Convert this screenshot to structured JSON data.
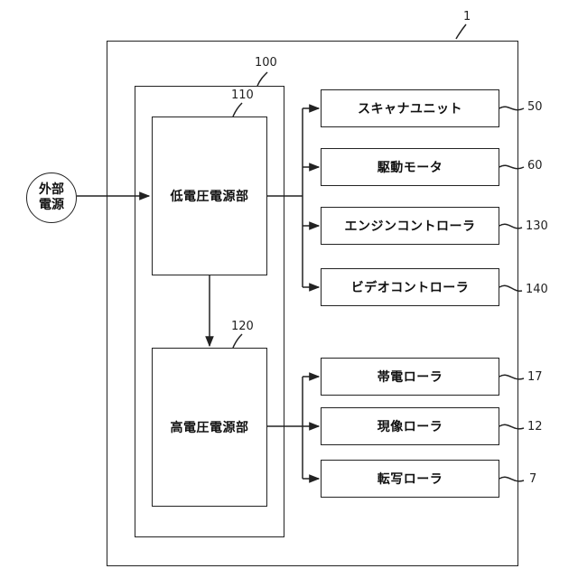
{
  "figure_number": "1",
  "power_unit": {
    "ref": "100"
  },
  "external_power": {
    "line1": "外部",
    "line2": "電源"
  },
  "low_voltage": {
    "label": "低電圧電源部",
    "ref": "110"
  },
  "high_voltage": {
    "label": "高電圧電源部",
    "ref": "120"
  },
  "low_outputs": [
    {
      "label": "スキャナユニット",
      "ref": "50"
    },
    {
      "label": "駆動モータ",
      "ref": "60"
    },
    {
      "label": "エンジンコントローラ",
      "ref": "130"
    },
    {
      "label": "ビデオコントローラ",
      "ref": "140"
    }
  ],
  "high_outputs": [
    {
      "label": "帯電ローラ",
      "ref": "17"
    },
    {
      "label": "現像ローラ",
      "ref": "12"
    },
    {
      "label": "転写ローラ",
      "ref": "7"
    }
  ]
}
